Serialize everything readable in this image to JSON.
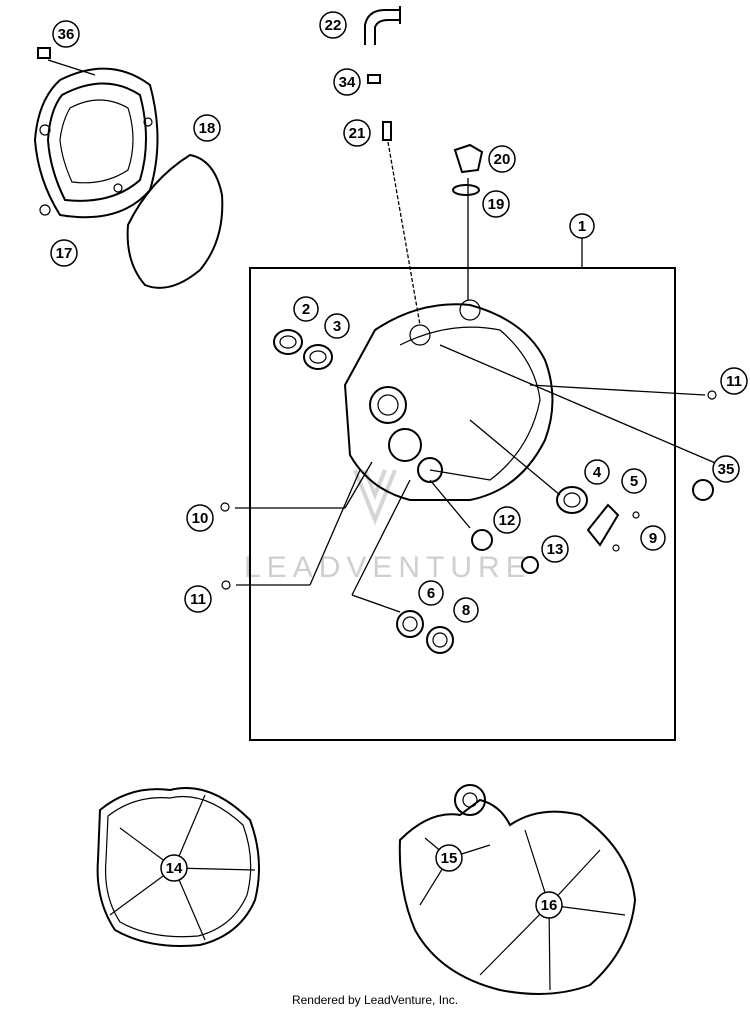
{
  "callouts": {
    "c1": "1",
    "c2": "2",
    "c3": "3",
    "c4": "4",
    "c5": "5",
    "c6": "6",
    "c8": "8",
    "c9": "9",
    "c10": "10",
    "c11a": "11",
    "c11b": "11",
    "c12": "12",
    "c13": "13",
    "c14": "14",
    "c15": "15",
    "c16": "16",
    "c17": "17",
    "c18": "18",
    "c19": "19",
    "c20": "20",
    "c21": "21",
    "c22": "22",
    "c34": "34",
    "c35": "35",
    "c36": "36"
  },
  "watermark": "LEADVENTURE",
  "footer": "Rendered by LeadVenture, Inc."
}
